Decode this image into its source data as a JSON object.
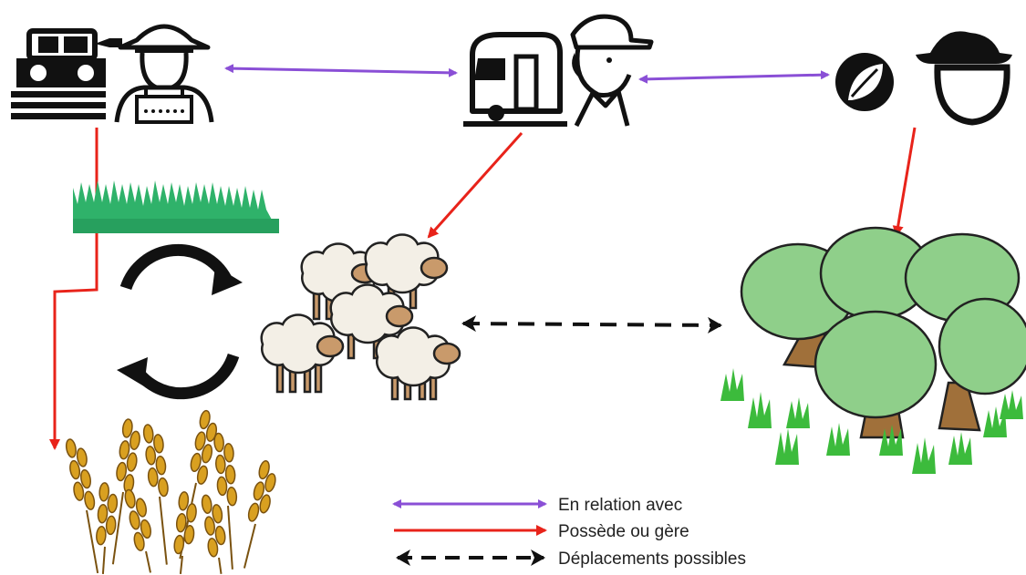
{
  "legend": {
    "relation_label": "En relation avec",
    "owns_label": "Possède ou gère",
    "movement_label": "Déplacements possibles"
  },
  "colors": {
    "relation": "#8a4fd6",
    "owns": "#e8231a",
    "movement": "#111111",
    "grass": "#2fb26a",
    "tree_foliage": "#8fcf8a",
    "trunk": "#a0703a",
    "wheat": "#d9a020",
    "wool": "#f3efe6",
    "sheep_head": "#c99a6b",
    "icon": "#111111"
  },
  "icons": {
    "farmer": "farmer-with-combine-icon",
    "shepherd": "shepherd-with-caravan-icon",
    "forest_owner": "forest-owner-with-leaf-icon",
    "cycle": "rotation-cycle-icon",
    "grass": "meadow-grass-icon",
    "sheep": "sheep-flock-icon",
    "forest": "forest-trees-icon",
    "wheat": "wheat-field-icon"
  }
}
